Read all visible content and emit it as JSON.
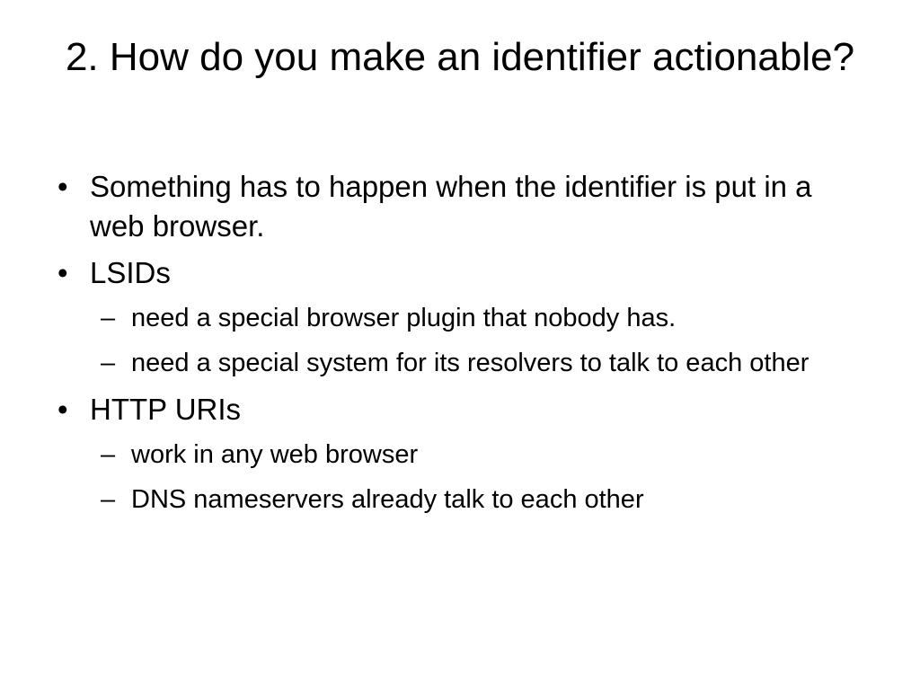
{
  "slide": {
    "title": "2. How do you make an identifier actionable?",
    "bullets": [
      {
        "text": "Something has to happen when the identifier is put in a web browser.",
        "subs": []
      },
      {
        "text": "LSIDs",
        "subs": [
          "need a special browser plugin that nobody has.",
          "need a special system for its resolvers to talk to each other"
        ]
      },
      {
        "text": "HTTP URIs",
        "subs": [
          "work in any web browser",
          "DNS nameservers already talk to each other"
        ]
      }
    ],
    "bullet_marker": "•",
    "sub_marker": "–"
  }
}
